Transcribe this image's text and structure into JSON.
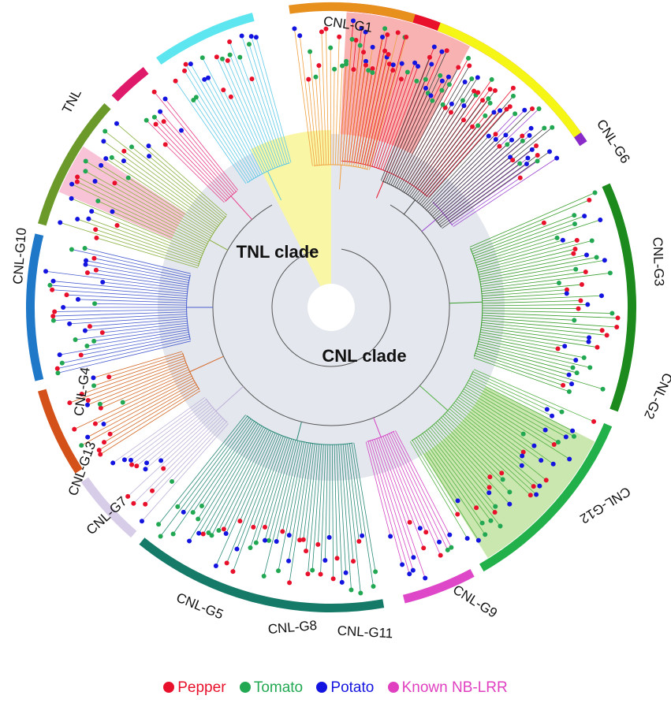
{
  "clades": [
    {
      "id": "tnl",
      "label": "TNL clade",
      "color": "#f9f6a6"
    },
    {
      "id": "cnl",
      "label": "CNL clade",
      "color": "#e4e7ee"
    }
  ],
  "groups": [
    {
      "label": "CNL-G1",
      "color": "#e8102b",
      "highlight": "#f8a5a5",
      "branch": "#e8102b"
    },
    {
      "label": "CNL-G6",
      "color": "#8a2bc9",
      "highlight": null,
      "branch": "#9b44d0"
    },
    {
      "label": "CNL-G3",
      "color": "#1d8a1d",
      "highlight": null,
      "branch": "#3a9e2d"
    },
    {
      "label": "CNL-G2",
      "color": "#22b04a",
      "highlight": "#bfe3a0",
      "branch": "#54b045"
    },
    {
      "label": "CNL-G12",
      "color": "#de48c8",
      "highlight": null,
      "branch": "#d544c4"
    },
    {
      "label": "CNL-G9",
      "color": "#157a68",
      "highlight": null,
      "branch": "#2a8a78"
    },
    {
      "label": "CNL-G11",
      "color": "#d8cde8",
      "highlight": null,
      "branch": "#bdb0d8"
    },
    {
      "label": "CNL-G8",
      "color": "#d4521a",
      "highlight": null,
      "branch": "#d46a28"
    },
    {
      "label": "CNL-G5",
      "color": "#1f78c8",
      "highlight": null,
      "branch": "#4a5ed0"
    },
    {
      "label": "CNL-G7",
      "color": "#6b9a2a",
      "highlight": null,
      "branch": "#8ab040"
    },
    {
      "label": "CNL-G13",
      "color": "#e01a6a",
      "highlight": "#f8b8d0",
      "branch": "#e8408a"
    },
    {
      "label": "CNL-G4",
      "color": "#5de6f0",
      "highlight": null,
      "branch": "#5cc8e8"
    },
    {
      "label": "CNL-G10",
      "color": "#e8901e",
      "highlight": null,
      "branch": "#f0a040"
    },
    {
      "label": "TNL",
      "color": "#f5f516",
      "highlight": "#f9f6a6",
      "branch": "#444444"
    }
  ],
  "legend": [
    {
      "label": "Pepper",
      "color": "#e8102b"
    },
    {
      "label": "Tomato",
      "color": "#22a852"
    },
    {
      "label": "Potato",
      "color": "#1414e0"
    },
    {
      "label": "Known NB-LRR",
      "color": "#e040c0"
    }
  ]
}
